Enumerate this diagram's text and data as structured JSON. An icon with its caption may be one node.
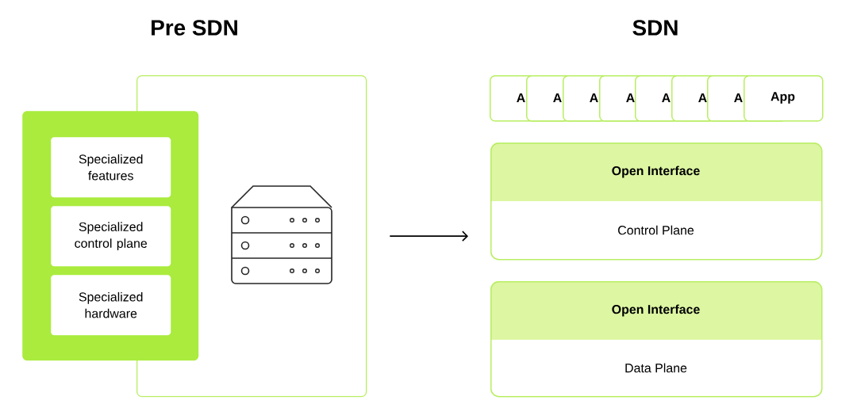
{
  "diagram": {
    "nodes": [
      {
        "text": [],
        "shape": "box"
      },
      {
        "text": [],
        "shape": "box"
      },
      {
        "text": [
          "Specialized features"
        ],
        "in": 1
      },
      {
        "text": [
          "Specialized control plane"
        ],
        "in": 1
      },
      {
        "text": [
          "Specialized hardware"
        ],
        "in": 1
      },
      {
        "text": [],
        "shape": "picture",
        "in": 0
      },
      {
        "text": [
          "A"
        ]
      },
      {
        "text": [
          "A"
        ]
      },
      {
        "text": [
          "A"
        ]
      },
      {
        "text": [
          "A"
        ]
      },
      {
        "text": [
          "A"
        ]
      },
      {
        "text": [
          "A"
        ]
      },
      {
        "text": [
          "A"
        ]
      },
      {
        "text": [
          "App"
        ]
      },
      {
        "text": [
          "Open Interface",
          "Control Plane"
        ]
      },
      {
        "text": [
          "Open Interface",
          "Data Plane"
        ]
      }
    ],
    "edges": [
      {
        "from": 0,
        "to": 14,
        "arrow": "to"
      }
    ],
    "labels": [
      "Pre SDN",
      "SDN"
    ]
  }
}
